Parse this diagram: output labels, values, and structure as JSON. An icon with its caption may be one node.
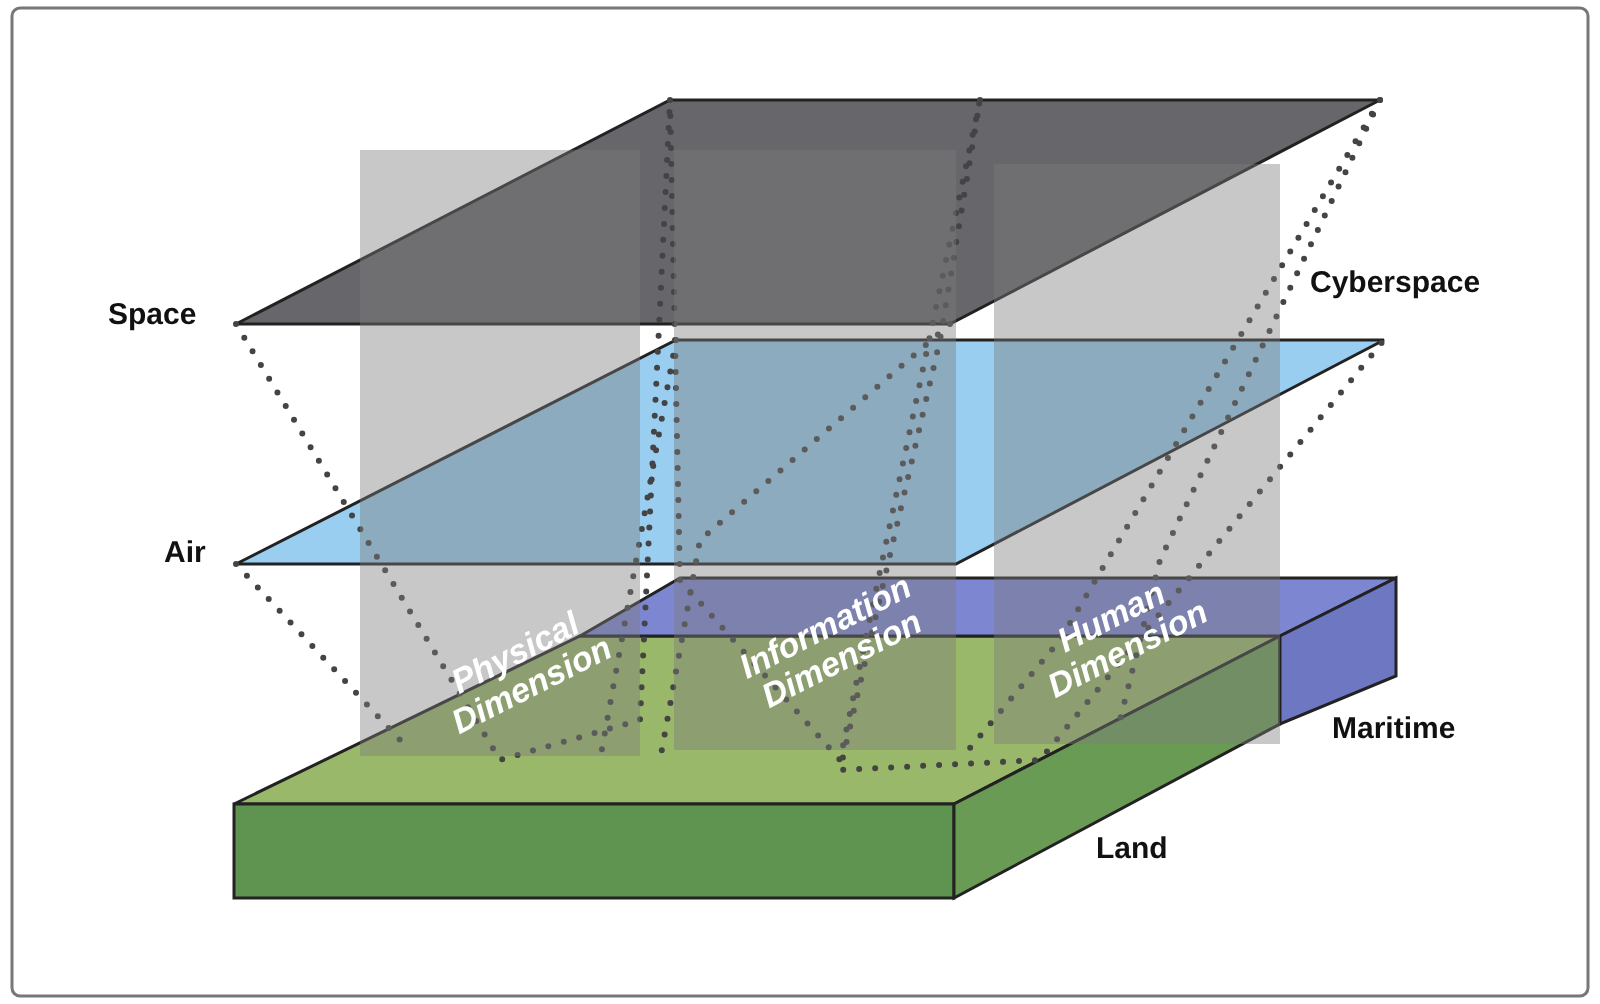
{
  "diagram": {
    "nodes": [
      {
        "text": [
          "Physical Dimension"
        ]
      },
      {
        "text": [
          "Information Dimension"
        ]
      },
      {
        "text": [
          "Human Dimension"
        ]
      }
    ],
    "labels": [
      "Space",
      "Cyberspace",
      "Air",
      "Maritime",
      "Land"
    ]
  }
}
